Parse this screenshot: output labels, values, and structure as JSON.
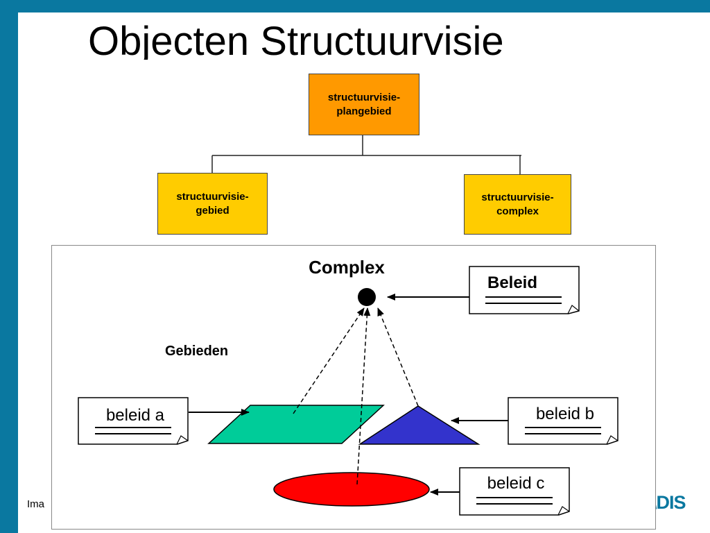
{
  "slide": {
    "title": "Objecten Structuurvisie",
    "footer_left": "Ima",
    "footer_right": "\\DIS"
  },
  "hierarchy": {
    "root": [
      "structuurvisie-",
      "plangebied"
    ],
    "left_child": [
      "structuurvisie-",
      "gebied"
    ],
    "right_child": [
      "structuurvisie-",
      "complex"
    ]
  },
  "diagram": {
    "complex_label": "Complex",
    "gebieden_label": "Gebieden",
    "beleid_main": "Beleid",
    "beleid_a": "beleid a",
    "beleid_b": "beleid b",
    "beleid_c": "beleid c"
  },
  "colors": {
    "brand_bar": "#0a78a0",
    "root_box": "#ff9900",
    "child_box": "#ffcc00",
    "parallelogram": "#00cc99",
    "triangle": "#3333cc",
    "ellipse": "#ff0000"
  }
}
